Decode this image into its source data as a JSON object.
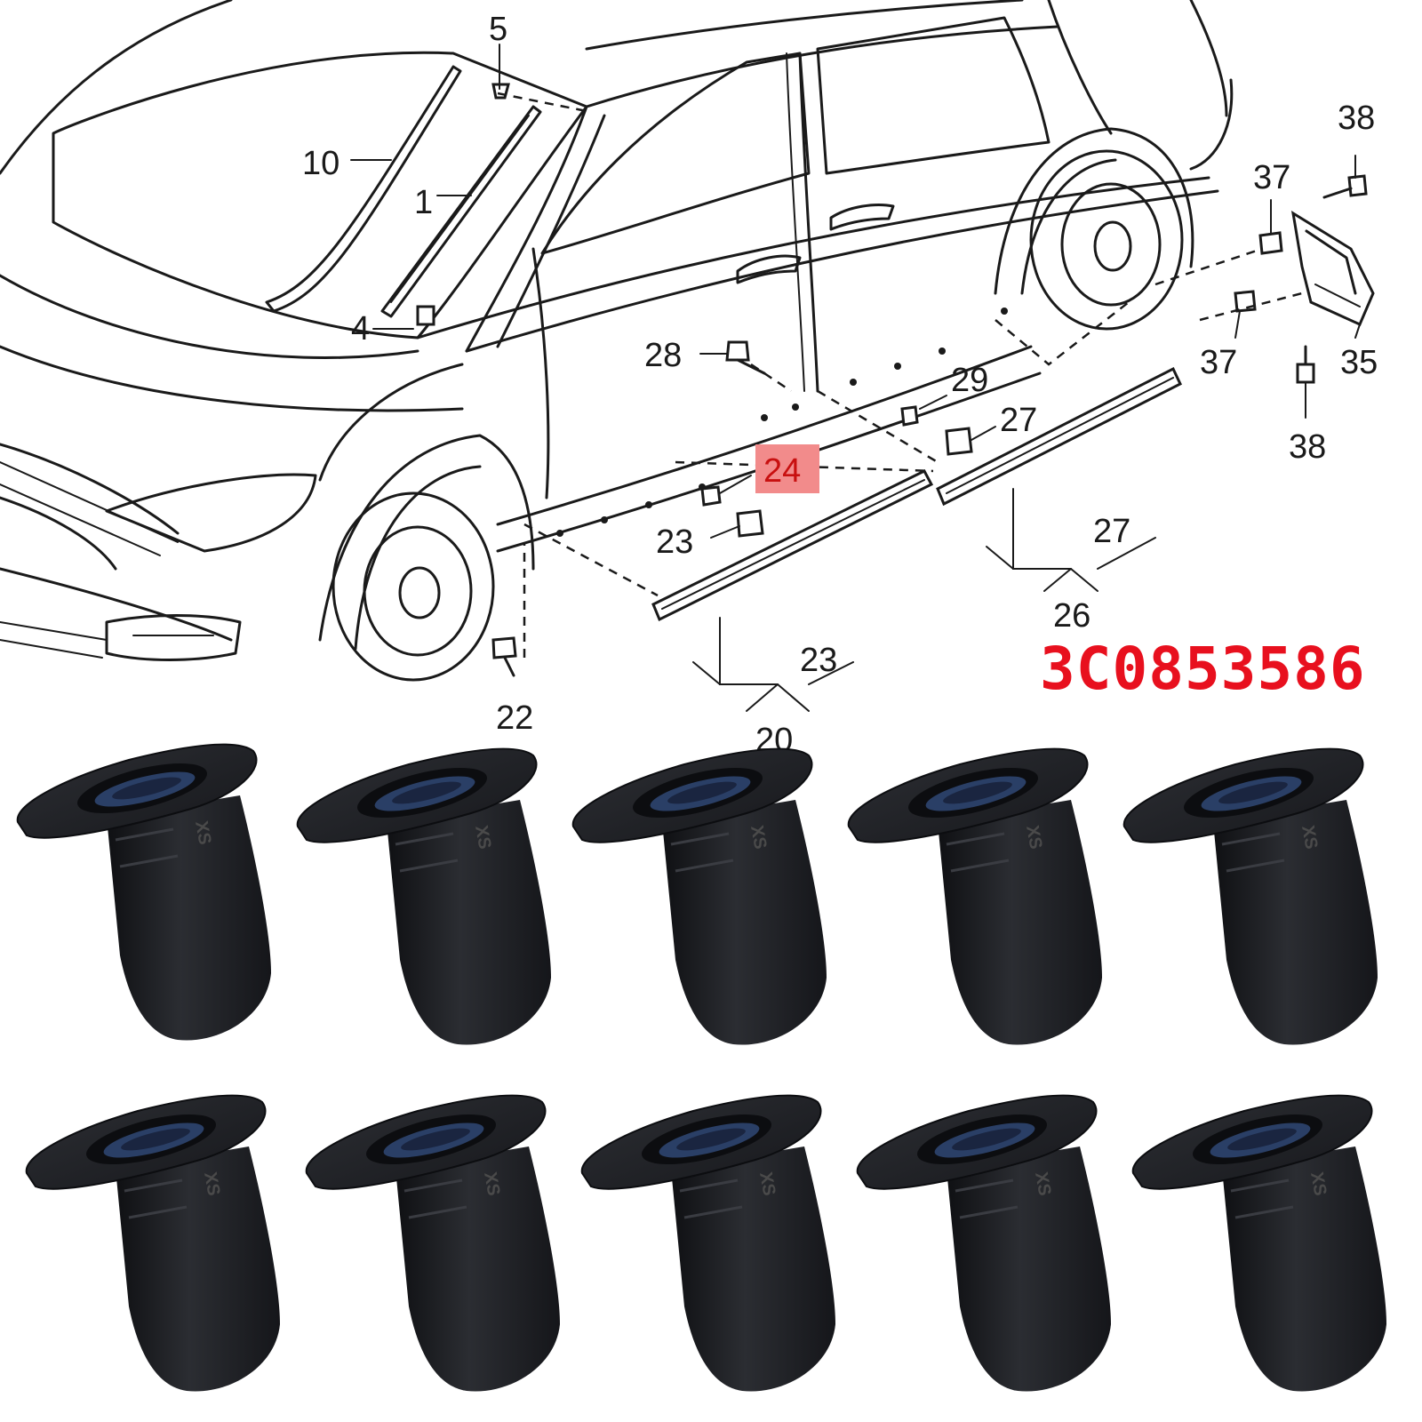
{
  "diagram": {
    "callouts": [
      {
        "id": "c5",
        "text": "5"
      },
      {
        "id": "c10",
        "text": "10"
      },
      {
        "id": "c1",
        "text": "1"
      },
      {
        "id": "c4",
        "text": "4"
      },
      {
        "id": "c38a",
        "text": "38"
      },
      {
        "id": "c37a",
        "text": "37"
      },
      {
        "id": "c37b",
        "text": "37"
      },
      {
        "id": "c35",
        "text": "35"
      },
      {
        "id": "c38b",
        "text": "38"
      },
      {
        "id": "c28",
        "text": "28"
      },
      {
        "id": "c29",
        "text": "29"
      },
      {
        "id": "c27a",
        "text": "27"
      },
      {
        "id": "c24",
        "text": "24",
        "highlighted": true
      },
      {
        "id": "c23a",
        "text": "23"
      },
      {
        "id": "c27b",
        "text": "27"
      },
      {
        "id": "c26",
        "text": "26"
      },
      {
        "id": "c23b",
        "text": "23"
      },
      {
        "id": "c22",
        "text": "22"
      },
      {
        "id": "c20",
        "text": "20"
      }
    ],
    "highlight_color": "#f28b8b"
  },
  "part_number": "3C0853586",
  "part_number_color": "#e8101e",
  "product": {
    "clip_marking": "XS",
    "clip_count": 10,
    "clip_color": "#1c1e22",
    "clip_inner_color": "#2a3f66"
  }
}
